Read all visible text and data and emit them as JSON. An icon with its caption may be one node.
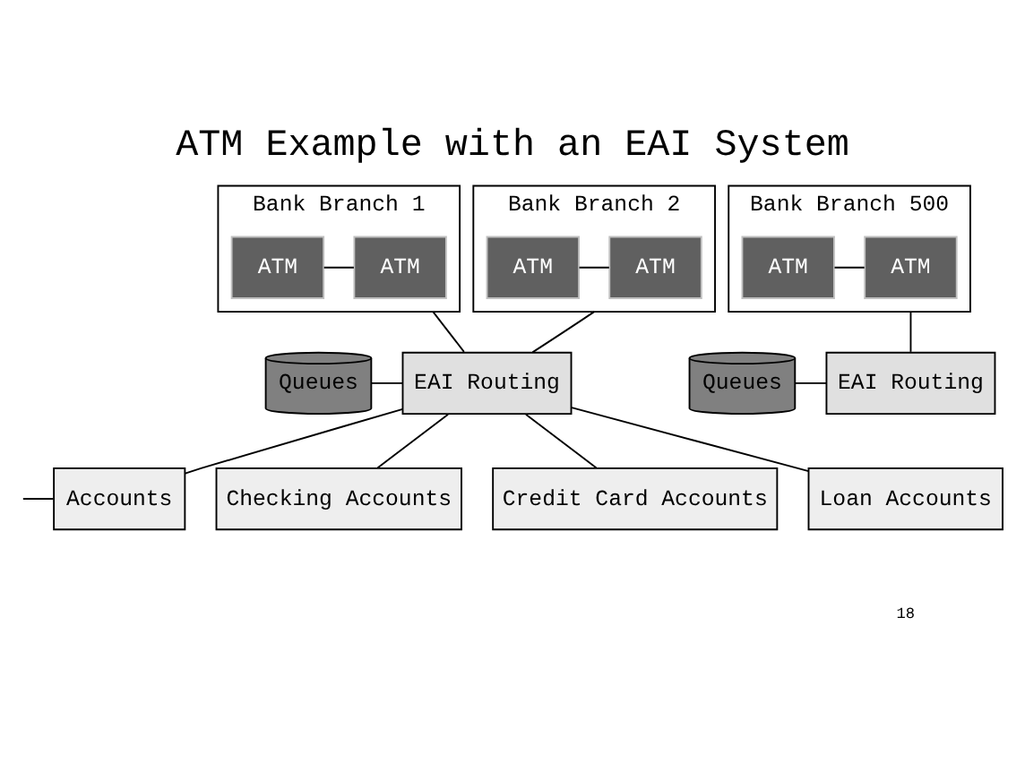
{
  "diagram": {
    "title": "ATM Example with an EAI System",
    "nodes": [
      {
        "text": [
          "Bank Branch 1"
        ]
      },
      {
        "text": [
          "ATM"
        ],
        "in": 0
      },
      {
        "text": [
          "ATM"
        ],
        "in": 0
      },
      {
        "text": [
          "Bank Branch 2"
        ]
      },
      {
        "text": [
          "ATM"
        ],
        "in": 3
      },
      {
        "text": [
          "ATM"
        ],
        "in": 3
      },
      {
        "text": [
          "Bank Branch 500"
        ]
      },
      {
        "text": [
          "ATM"
        ],
        "in": 6
      },
      {
        "text": [
          "ATM"
        ],
        "in": 6
      },
      {
        "text": [
          "Queues"
        ]
      },
      {
        "text": [
          "EAI Routing"
        ]
      },
      {
        "text": [
          "Queues"
        ]
      },
      {
        "text": [
          "EAI Routing"
        ]
      },
      {
        "text": [
          "Accounts"
        ]
      },
      {
        "text": [
          "Checking Accounts"
        ]
      },
      {
        "text": [
          "Credit Card Accounts"
        ]
      },
      {
        "text": [
          "Loan Accounts"
        ]
      }
    ],
    "edges": [
      {
        "from": 1,
        "to": 2,
        "arrow": "none"
      },
      {
        "from": 4,
        "to": 5,
        "arrow": "none"
      },
      {
        "from": 7,
        "to": 8,
        "arrow": "none"
      },
      {
        "from": 0,
        "to": 10,
        "arrow": "none"
      },
      {
        "from": 3,
        "to": 10,
        "arrow": "none"
      },
      {
        "from": 6,
        "to": 12,
        "arrow": "none"
      },
      {
        "from": 9,
        "to": 10,
        "arrow": "none"
      },
      {
        "from": 11,
        "to": 12,
        "arrow": "none"
      },
      {
        "from": 10,
        "to": 13,
        "arrow": "none"
      },
      {
        "from": 10,
        "to": 14,
        "arrow": "none"
      },
      {
        "from": 10,
        "to": 15,
        "arrow": "none"
      },
      {
        "from": 10,
        "to": 16,
        "arrow": "none"
      },
      {
        "from": null,
        "to": 13,
        "arrow": "none"
      }
    ],
    "labels": [
      "18"
    ]
  }
}
